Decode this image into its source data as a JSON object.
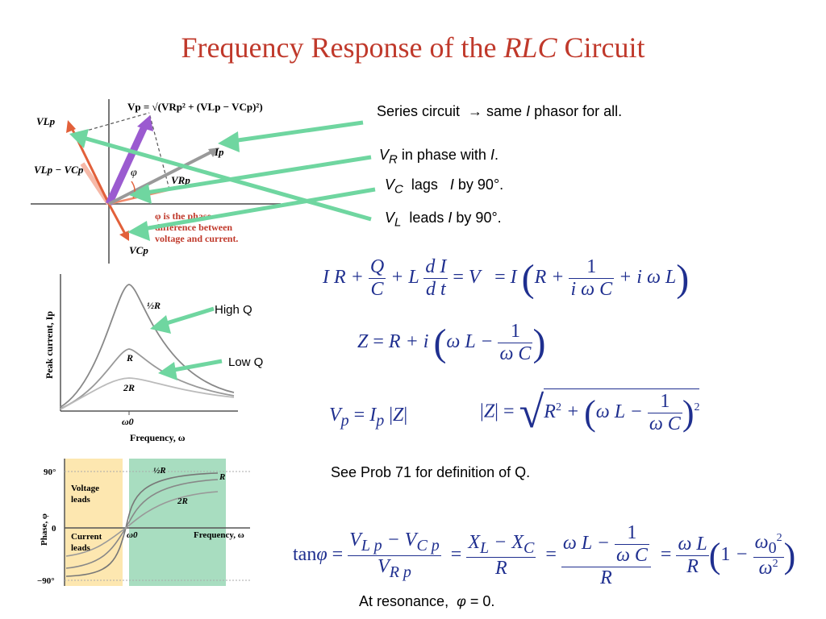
{
  "title": {
    "pre": "Frequency Response of the ",
    "italic": "RLC",
    "post": " Circuit"
  },
  "bullets": {
    "b1": {
      "text": "Series circuit",
      "arrow": "→",
      "rest": " same ",
      "I": "I",
      "tail": " phasor for all."
    },
    "b2": {
      "V": "V",
      "sub": "R",
      "text": " in phase with ",
      "I": "I",
      "tail": "."
    },
    "b3": {
      "V": "V",
      "sub": "C",
      "text": "  lags   ",
      "I": "I",
      "tail": " by 90°."
    },
    "b4": {
      "V": "V",
      "sub": "L",
      "text": "  leads ",
      "I": "I",
      "tail": " by 90°."
    }
  },
  "labels": {
    "high_q": "High Q",
    "low_q": "Low Q",
    "prob": "See Prob 71 for definition of Q.",
    "resonance": "At resonance,  ",
    "resonance_phi": "φ",
    "resonance_tail": " = 0."
  },
  "phasor_fig": {
    "vp_formula": "Vp = √(VRp² + (VLp − VCp)²)",
    "vlp": "VLp",
    "vlp_minus_vcp": "VLp − VCp",
    "ip": "Ip",
    "vrp": "VRp",
    "vcp": "VCp",
    "vp": "Vp",
    "phi": "φ",
    "phase_note": [
      "φ is the phase",
      "difference between",
      "voltage and current."
    ]
  },
  "resonance_fig": {
    "ylabel": "Peak current, Ip",
    "xlabel": "Frequency, ω",
    "tick": "ω0",
    "curve_labels": [
      "½R",
      "R",
      "2R"
    ]
  },
  "phase_fig": {
    "ylabel": "Phase, φ",
    "xlabel": "Frequency, ω",
    "ticks": [
      "90°",
      "0",
      "−90°"
    ],
    "tick_x": "ω0",
    "voltage_leads": [
      "Voltage",
      "leads"
    ],
    "current_leads": [
      "Current",
      "leads"
    ],
    "curve_labels": [
      "½R",
      "R",
      "2R"
    ]
  },
  "colors": {
    "title": "#c0392b",
    "equation": "#1f2f8f",
    "arrow": "#6fd6a0",
    "voltage_region": "#fde7b0",
    "current_region": "#a8ddc0"
  }
}
